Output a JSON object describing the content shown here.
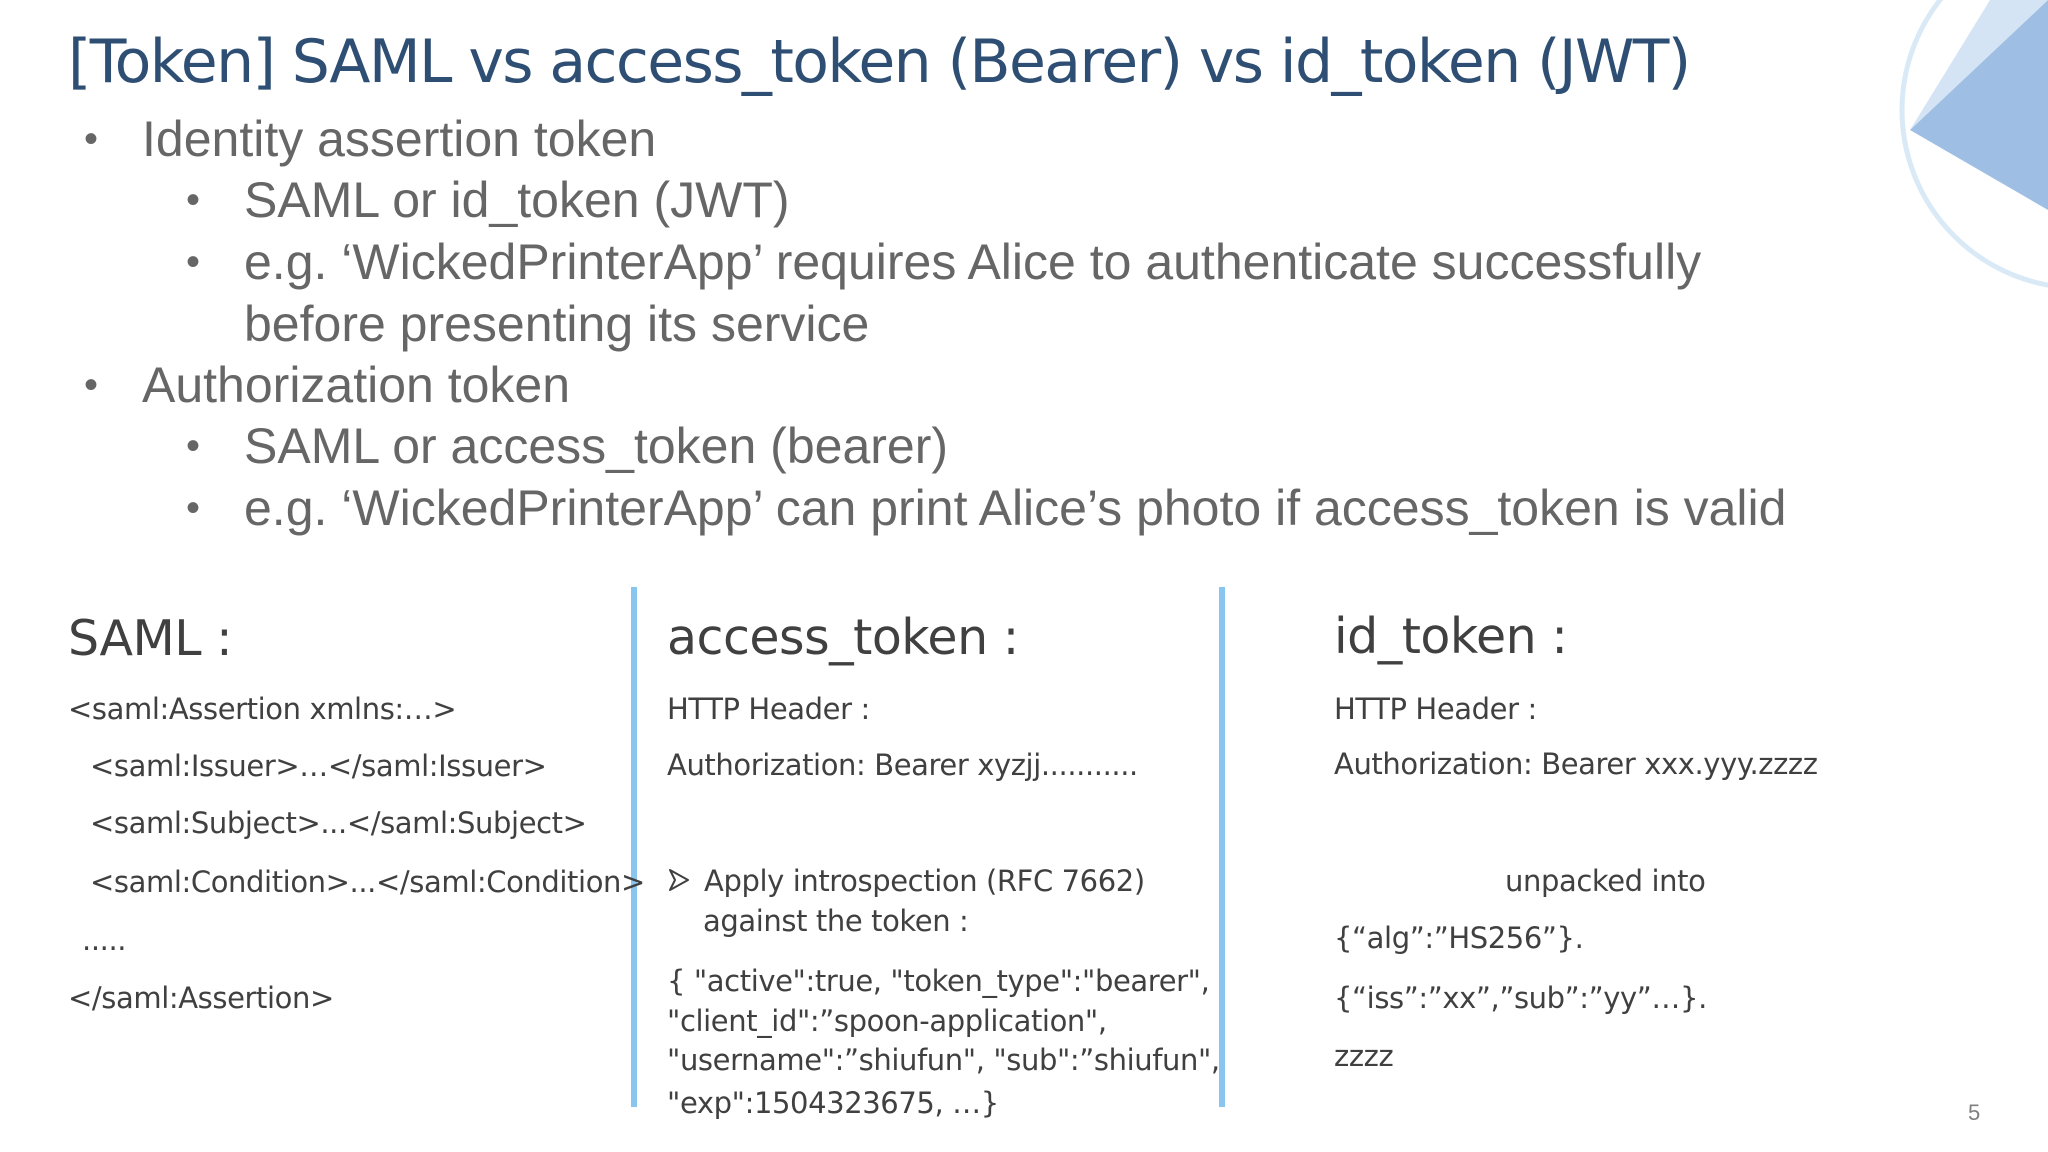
{
  "slide": {
    "title": "[Token] SAML vs access_token (Bearer) vs id_token (JWT)",
    "page_number": "5",
    "bullets": [
      {
        "level": 1,
        "text": "Identity assertion token"
      },
      {
        "level": 2,
        "text": "SAML or id_token (JWT)"
      },
      {
        "level": 2,
        "text": "e.g. ‘WickedPrinterApp’ requires Alice to authenticate successfully"
      },
      {
        "level": 2,
        "continuation": true,
        "text": "before presenting its service"
      },
      {
        "level": 1,
        "text": "Authorization token"
      },
      {
        "level": 2,
        "text": "SAML or access_token (bearer)"
      },
      {
        "level": 2,
        "text": "e.g. ‘WickedPrinterApp’ can print Alice’s photo if access_token is valid"
      }
    ],
    "bullet_glyph": "•",
    "columns": {
      "saml": {
        "heading": "SAML :",
        "lines": [
          "<saml:Assertion xmlns:…>",
          "<saml:Issuer>…</saml:Issuer>",
          "<saml:Subject>...</saml:Subject>",
          "<saml:Condition>...</saml:Condition>",
          ".....",
          "</saml:Assertion>"
        ]
      },
      "access_token": {
        "heading": "access_token :",
        "header_label": "HTTP Header :",
        "header_value": "Authorization: Bearer xyzjj...........",
        "arrow_icon": "arrow-bullet-icon",
        "introspection": [
          "Apply introspection (RFC 7662)",
          "against the token :"
        ],
        "response": [
          "{ \"active\":true, \"token_type\":\"bearer\",",
          "\"client_id\":”spoon-application\",",
          "\"username\":”shiufun\", \"sub\":”shiufun\",",
          "\"exp\":1504323675, …}"
        ]
      },
      "id_token": {
        "heading": "id_token :",
        "header_label": "HTTP Header :",
        "header_value": "Authorization: Bearer xxx.yyy.zzzz",
        "unpacked_label": "unpacked into",
        "parts": [
          "{“alg”:”HS256”}.",
          "{“iss”:”xx”,”sub”:”yy”…}.",
          "zzzz"
        ]
      }
    },
    "colors": {
      "title": "#2e4f73",
      "bullet_text": "#666666",
      "body_text": "#404040",
      "column_rule": "#88c6f0",
      "deco_blue": "#9ebfe3"
    }
  }
}
